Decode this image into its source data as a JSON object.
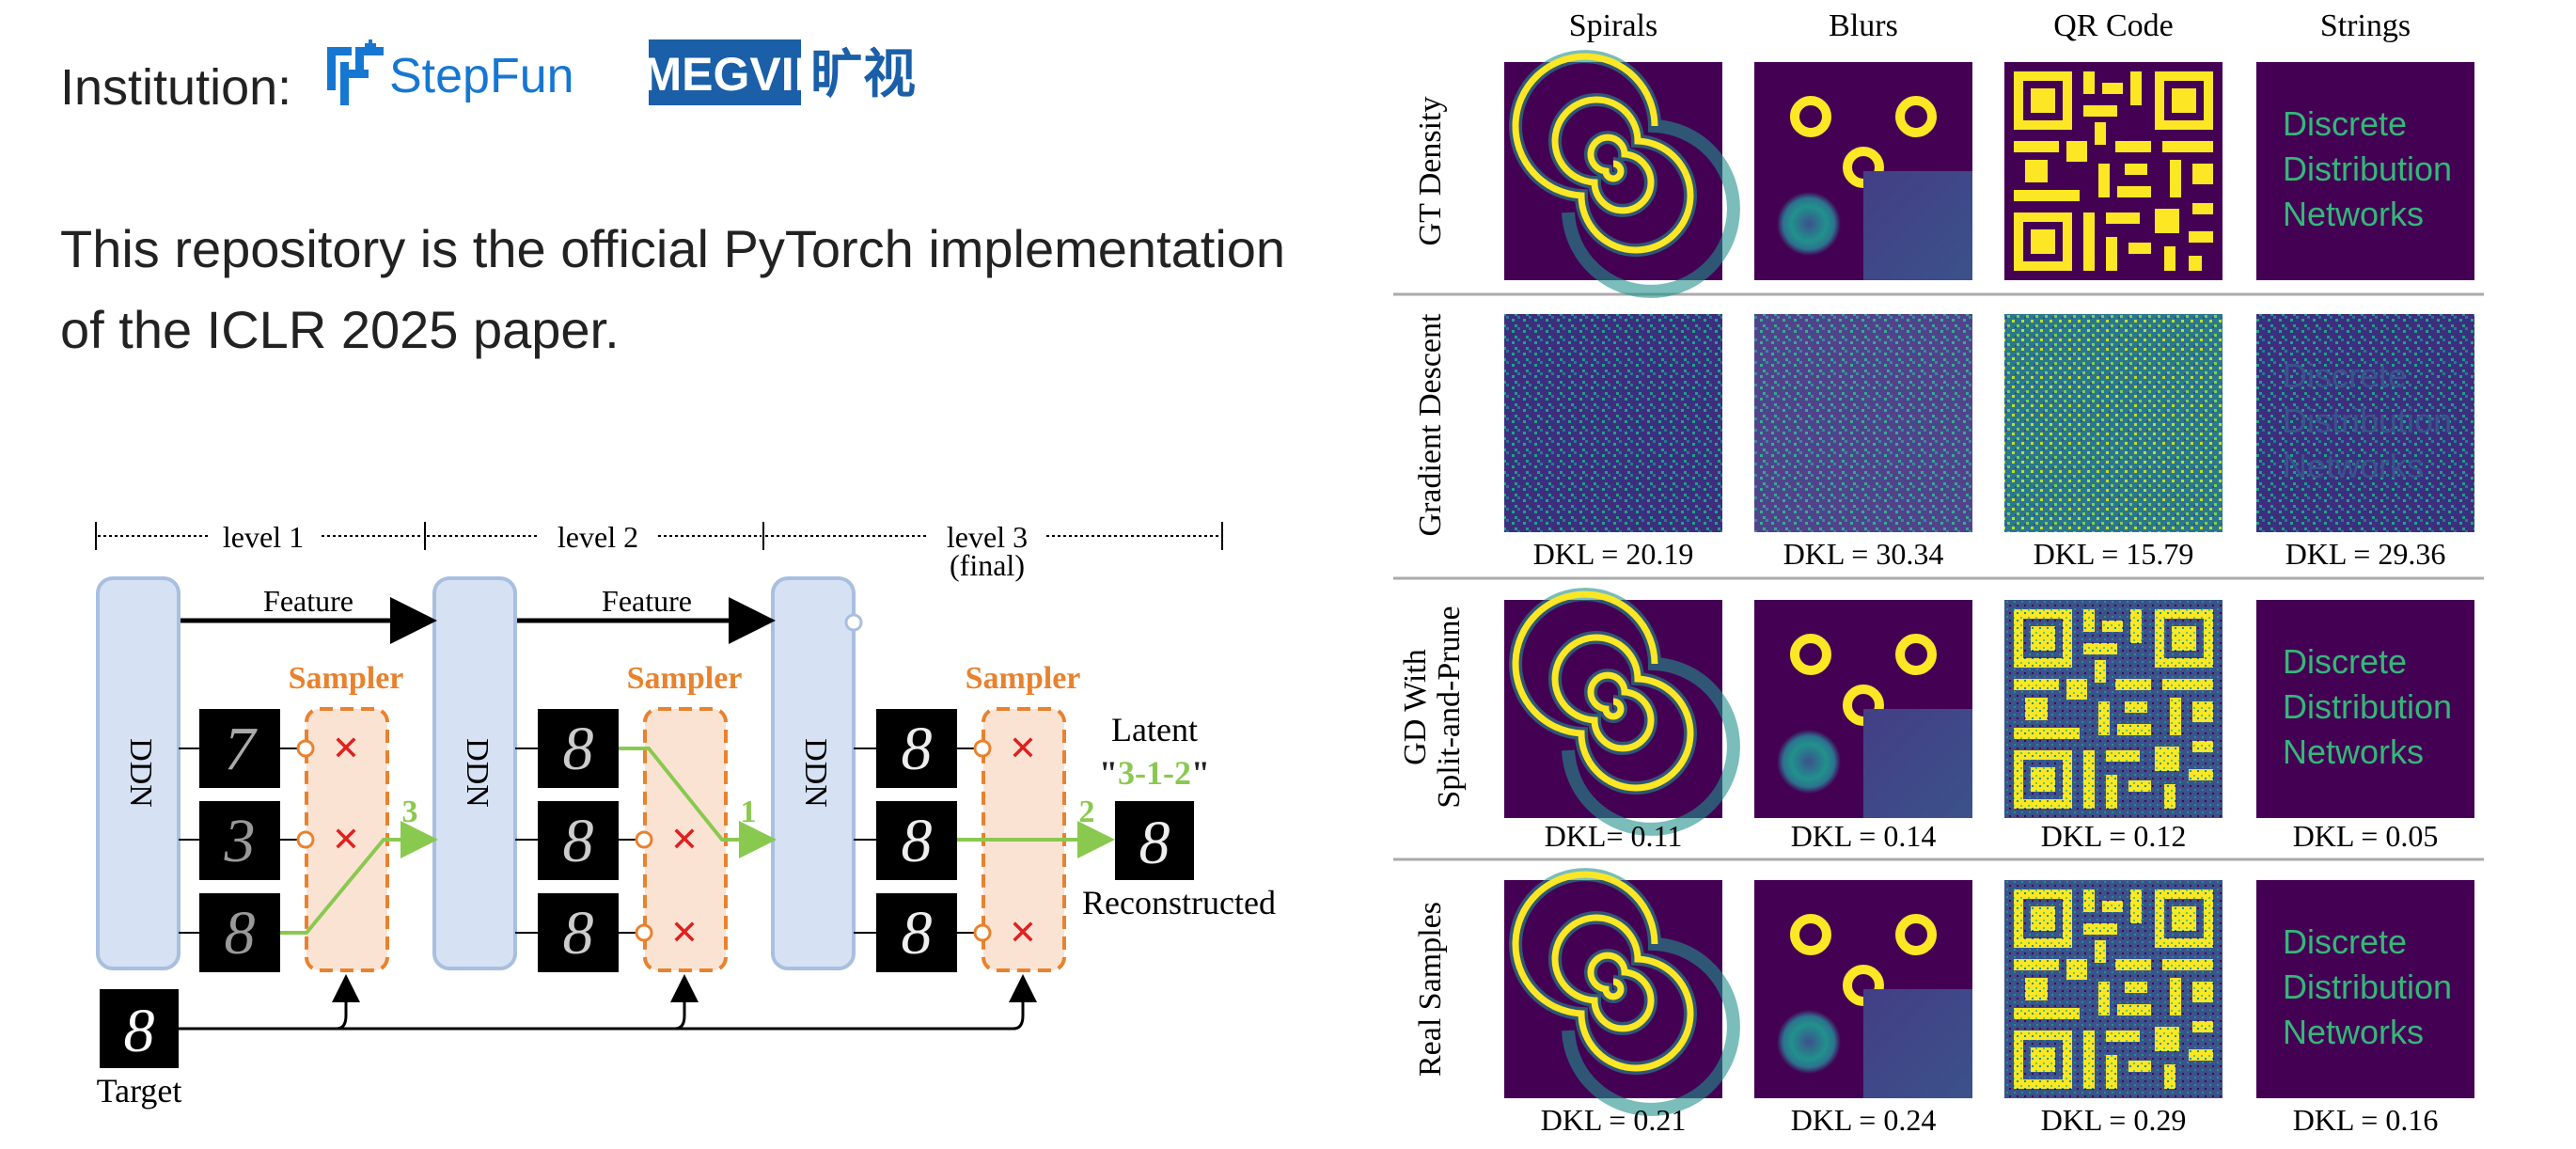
{
  "header": {
    "institution_label": "Institution:",
    "logos": [
      {
        "name": "stepfun-logo",
        "text": "StepFun",
        "color": "#1677d2"
      },
      {
        "name": "megvii-logo",
        "text": "MEGVII",
        "suffix": "旷视",
        "color": "#1a5fa8"
      }
    ]
  },
  "intro": {
    "text": "This repository is the official PyTorch implementation of the ICLR 2025 paper."
  },
  "diagram": {
    "levels": [
      "level 1",
      "level 2",
      "level 3",
      "(final)"
    ],
    "feature_label": "Feature",
    "sampler_label": "Sampler",
    "ddn_label": "DDN",
    "selected_indices": [
      "3",
      "1",
      "2"
    ],
    "latent_label": "Latent",
    "latent_value": "3-1-2",
    "reconstructed_label": "Reconstructed",
    "target_label": "Target",
    "digit": "8",
    "level1_digits": [
      "7",
      "3",
      "8"
    ],
    "colors": {
      "ddn": "#d6e1f3",
      "ddn_border": "#a9bfe0",
      "sampler": "#fbe3d4",
      "sampler_border": "#e8822e",
      "selected": "#8ac94f",
      "reject": "#e02020"
    }
  },
  "grid": {
    "columns": [
      "Spirals",
      "Blurs",
      "QR Code",
      "Strings"
    ],
    "rows": [
      {
        "label": "GT Density",
        "label_lines": [
          "GT Density"
        ],
        "kl": []
      },
      {
        "label": "Gradient Descent",
        "label_lines": [
          "Gradient Descent"
        ],
        "kl": [
          "DKL = 20.19",
          "DKL = 30.34",
          "DKL = 15.79",
          "DKL = 29.36"
        ]
      },
      {
        "label": "GD With Split-and-Prune",
        "label_lines": [
          "GD With",
          "Split-and-Prune"
        ],
        "kl": [
          "DKL= 0.11",
          "DKL = 0.14",
          "DKL = 0.12",
          "DKL = 0.05"
        ]
      },
      {
        "label": "Real Samples",
        "label_lines": [
          "Real Samples"
        ],
        "kl": [
          "DKL = 0.21",
          "DKL = 0.24",
          "DKL = 0.29",
          "DKL = 0.16"
        ]
      }
    ],
    "strings_text": [
      "Discrete",
      "Distribution",
      "Networks"
    ],
    "colors": {
      "background": "#440154",
      "bright": "#fde725",
      "mid": "#21918c",
      "strings": "#35b779"
    }
  }
}
